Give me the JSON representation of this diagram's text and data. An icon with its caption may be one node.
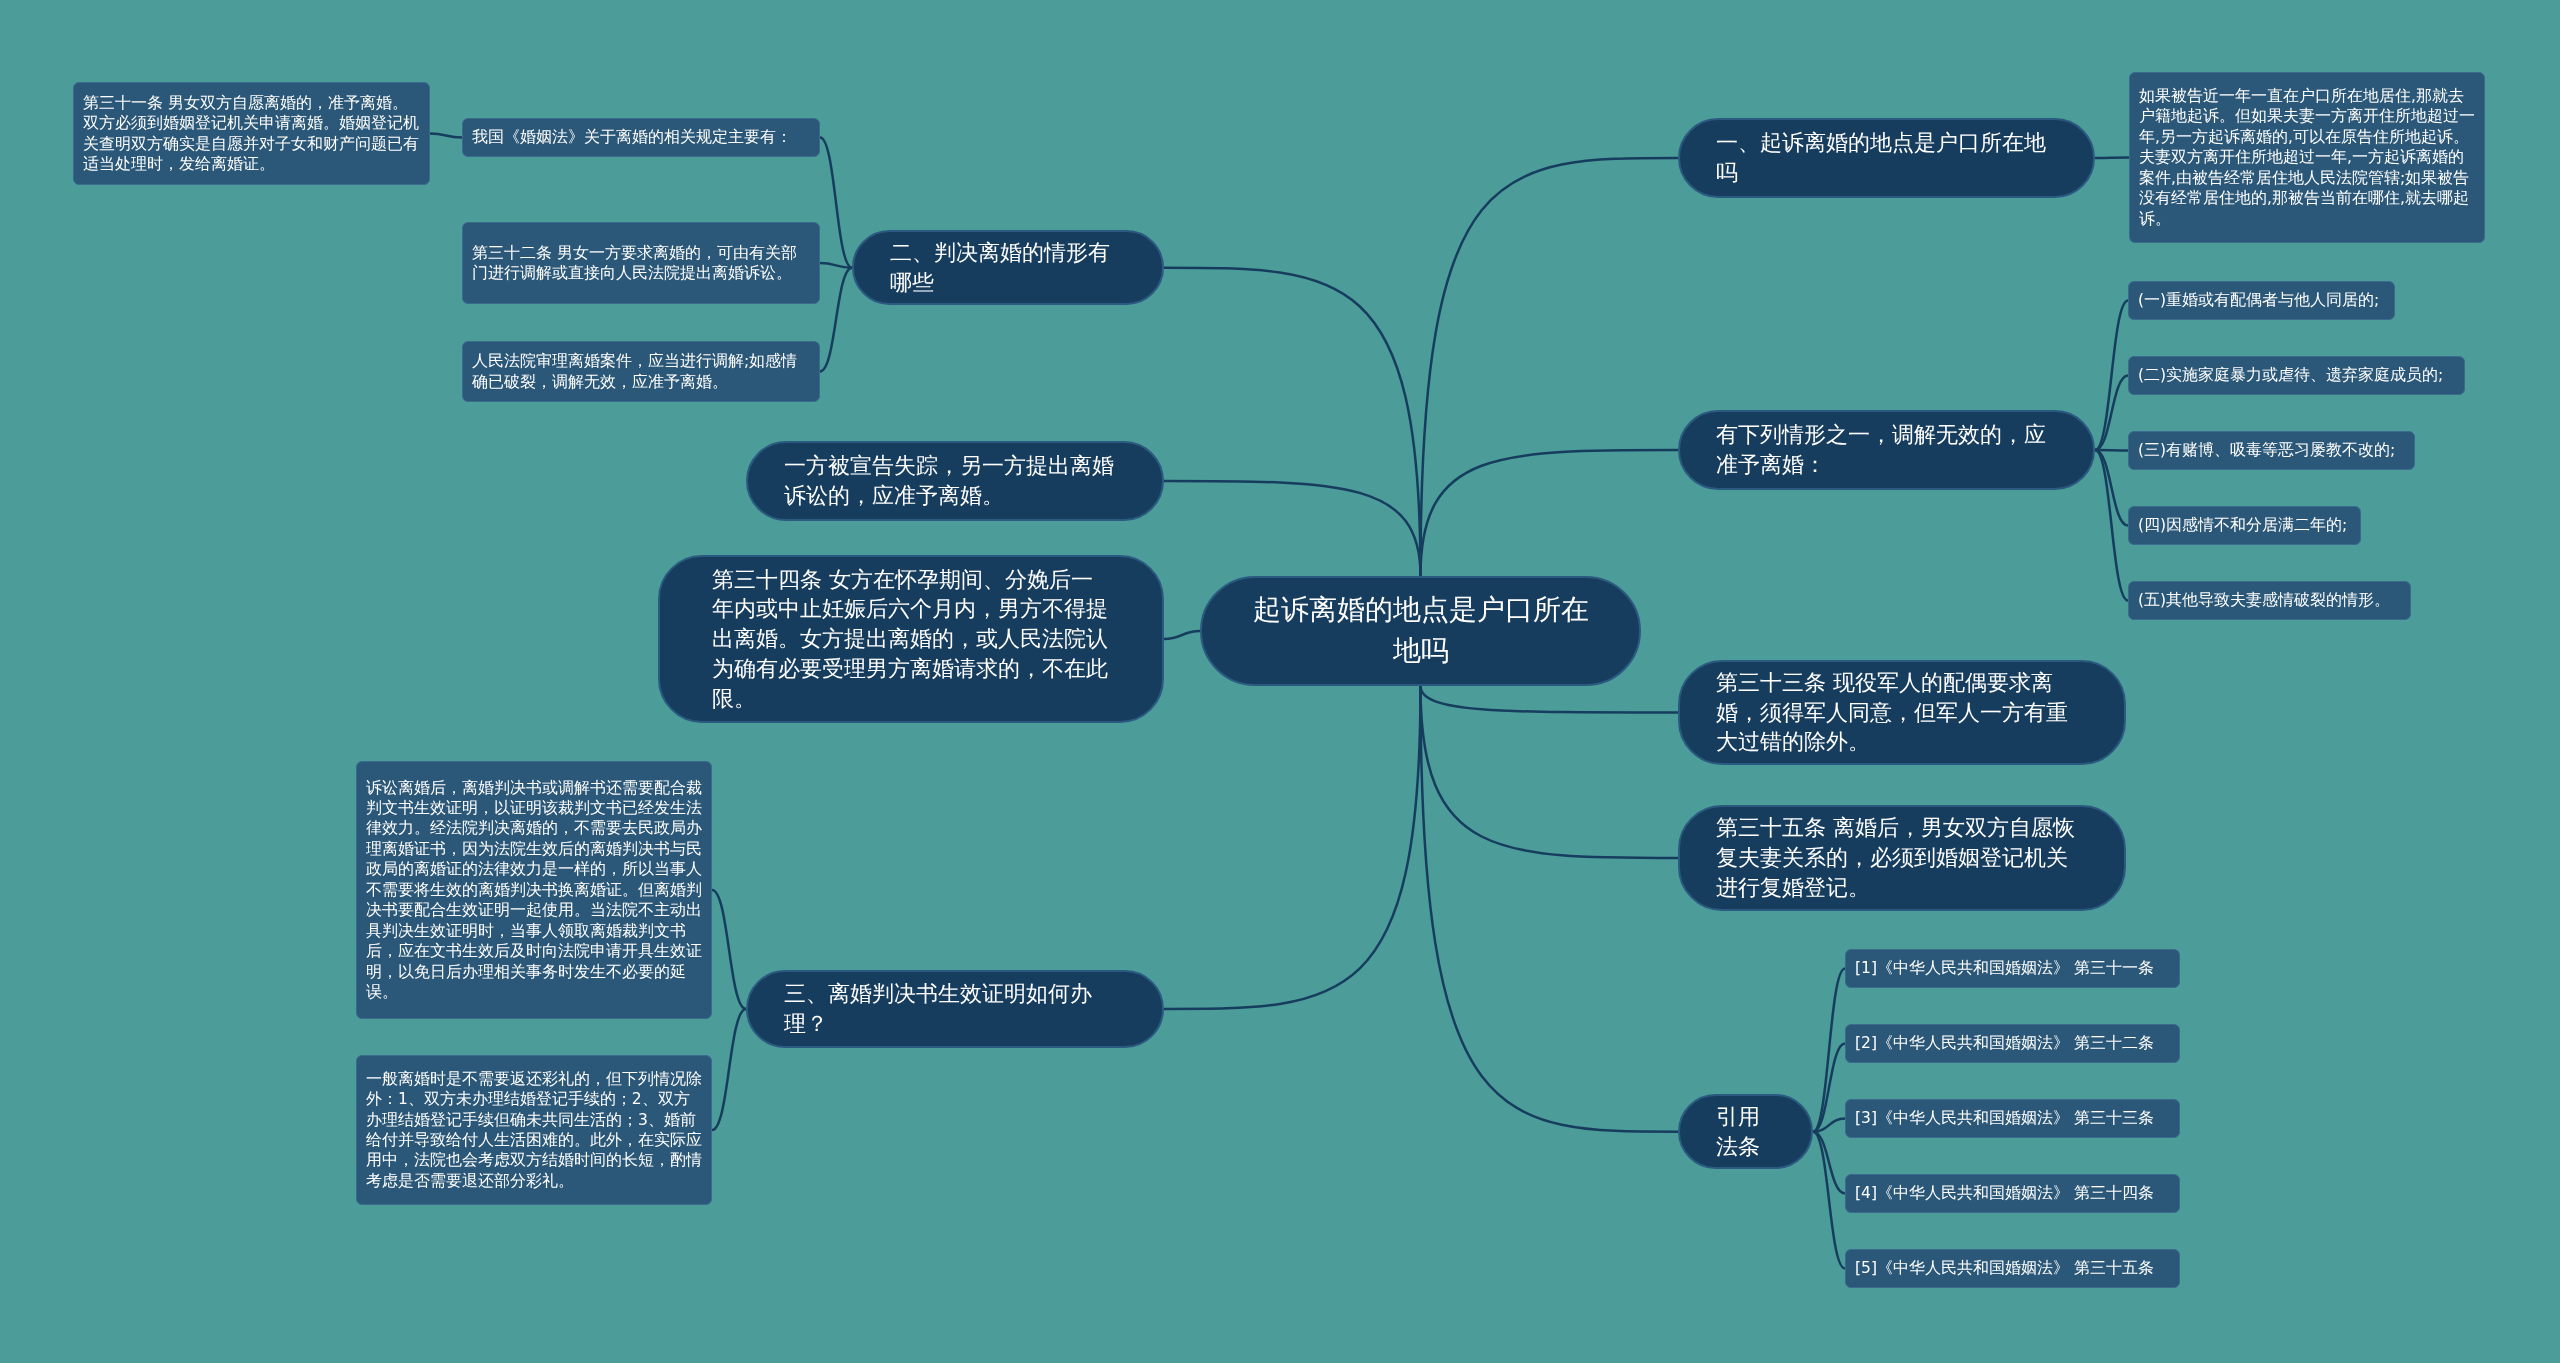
{
  "diagram": {
    "nodes": [
      {
        "text": [
          "起诉离婚的地点是户口所在地吗"
        ]
      },
      {
        "text": [
          "一、起诉离婚的地点是户口所在地吗"
        ]
      },
      {
        "text": [
          "如果被告近一年一直在户口所在地居住,那就去户籍地起诉。但如果夫妻一方离开住所地超过一年,另一方起诉离婚的,可以在原告住所地起诉。夫妻双方离开住所地超过一年,一方起诉离婚的案件,由被告经常居住地人民法院管辖;如果被告没有经常居住地的,那被告当前在哪住,就去哪起诉。"
        ]
      },
      {
        "text": [
          "有下列情形之一，调解无效的，应准予离婚："
        ]
      },
      {
        "text": [
          "(一)重婚或有配偶者与他人同居的;"
        ]
      },
      {
        "text": [
          "(二)实施家庭暴力或虐待、遗弃家庭成员的;"
        ]
      },
      {
        "text": [
          "(三)有赌博、吸毒等恶习屡教不改的;"
        ]
      },
      {
        "text": [
          "(四)因感情不和分居满二年的;"
        ]
      },
      {
        "text": [
          "(五)其他导致夫妻感情破裂的情形。"
        ]
      },
      {
        "text": [
          "第三十三条 现役军人的配偶要求离婚，须得军人同意，但军人一方有重大过错的除外。"
        ]
      },
      {
        "text": [
          "第三十五条 离婚后，男女双方自愿恢复夫妻关系的，必须到婚姻登记机关进行复婚登记。"
        ]
      },
      {
        "text": [
          "引用法条"
        ]
      },
      {
        "text": [
          "[1]《中华人民共和国婚姻法》 第三十一条"
        ]
      },
      {
        "text": [
          "[2]《中华人民共和国婚姻法》 第三十二条"
        ]
      },
      {
        "text": [
          "[3]《中华人民共和国婚姻法》 第三十三条"
        ]
      },
      {
        "text": [
          "[4]《中华人民共和国婚姻法》 第三十四条"
        ]
      },
      {
        "text": [
          "[5]《中华人民共和国婚姻法》 第三十五条"
        ]
      },
      {
        "text": [
          "二、判决离婚的情形有哪些"
        ]
      },
      {
        "text": [
          "我国《婚姻法》关于离婚的相关规定主要有："
        ]
      },
      {
        "text": [
          "第三十一条 男女双方自愿离婚的，准予离婚。双方必须到婚姻登记机关申请离婚。婚姻登记机关查明双方确实是自愿并对子女和财产问题已有适当处理时，发给离婚证。"
        ]
      },
      {
        "text": [
          "第三十二条 男女一方要求离婚的，可由有关部门进行调解或直接向人民法院提出离婚诉讼。"
        ]
      },
      {
        "text": [
          "人民法院审理离婚案件，应当进行调解;如感情确已破裂，调解无效，应准予离婚。"
        ]
      },
      {
        "text": [
          "一方被宣告失踪，另一方提出离婚诉讼的，应准予离婚。"
        ]
      },
      {
        "text": [
          "第三十四条 女方在怀孕期间、分娩后一年内或中止妊娠后六个月内，男方不得提出离婚。女方提出离婚的，或人民法院认为确有必要受理男方离婚请求的，不在此限。"
        ]
      },
      {
        "text": [
          "三、离婚判决书生效证明如何办理？"
        ]
      },
      {
        "text": [
          "诉讼离婚后，离婚判决书或调解书还需要配合裁判文书生效证明，以证明该裁判文书已经发生法律效力。经法院判决离婚的，不需要去民政局办理离婚证书，因为法院生效后的离婚判决书与民政局的离婚证的法律效力是一样的，所以当事人不需要将生效的离婚判决书换离婚证。但离婚判决书要配合生效证明一起使用。当法院不主动出具判决生效证明时，当事人领取离婚裁判文书后，应在文书生效后及时向法院申请开具生效证明，以免日后办理相关事务时发生不必要的延误。"
        ]
      },
      {
        "text": [
          "一般离婚时是不需要返还彩礼的，但下列情况除外：1、双方未办理结婚登记手续的；2、双方办理结婚登记手续但确未共同生活的；3、婚前给付并导致给付人生活困难的。此外，在实际应用中，法院也会考虑双方结婚时间的长短，酌情考虑是否需要退还部分彩礼。"
        ]
      }
    ],
    "edges": [
      {
        "from": 0,
        "to": 1,
        "arrow": "none"
      },
      {
        "from": 1,
        "to": 2,
        "arrow": "none"
      },
      {
        "from": 0,
        "to": 3,
        "arrow": "none"
      },
      {
        "from": 3,
        "to": 4,
        "arrow": "none"
      },
      {
        "from": 3,
        "to": 5,
        "arrow": "none"
      },
      {
        "from": 3,
        "to": 6,
        "arrow": "none"
      },
      {
        "from": 3,
        "to": 7,
        "arrow": "none"
      },
      {
        "from": 3,
        "to": 8,
        "arrow": "none"
      },
      {
        "from": 0,
        "to": 9,
        "arrow": "none"
      },
      {
        "from": 0,
        "to": 10,
        "arrow": "none"
      },
      {
        "from": 0,
        "to": 11,
        "arrow": "none"
      },
      {
        "from": 11,
        "to": 12,
        "arrow": "none"
      },
      {
        "from": 11,
        "to": 13,
        "arrow": "none"
      },
      {
        "from": 11,
        "to": 14,
        "arrow": "none"
      },
      {
        "from": 11,
        "to": 15,
        "arrow": "none"
      },
      {
        "from": 11,
        "to": 16,
        "arrow": "none"
      },
      {
        "from": 0,
        "to": 17,
        "arrow": "none"
      },
      {
        "from": 17,
        "to": 18,
        "arrow": "none"
      },
      {
        "from": 18,
        "to": 19,
        "arrow": "none"
      },
      {
        "from": 17,
        "to": 20,
        "arrow": "none"
      },
      {
        "from": 17,
        "to": 21,
        "arrow": "none"
      },
      {
        "from": 0,
        "to": 22,
        "arrow": "none"
      },
      {
        "from": 0,
        "to": 23,
        "arrow": "none"
      },
      {
        "from": 0,
        "to": 24,
        "arrow": "none"
      },
      {
        "from": 24,
        "to": 25,
        "arrow": "none"
      },
      {
        "from": 24,
        "to": 26,
        "arrow": "none"
      }
    ]
  }
}
